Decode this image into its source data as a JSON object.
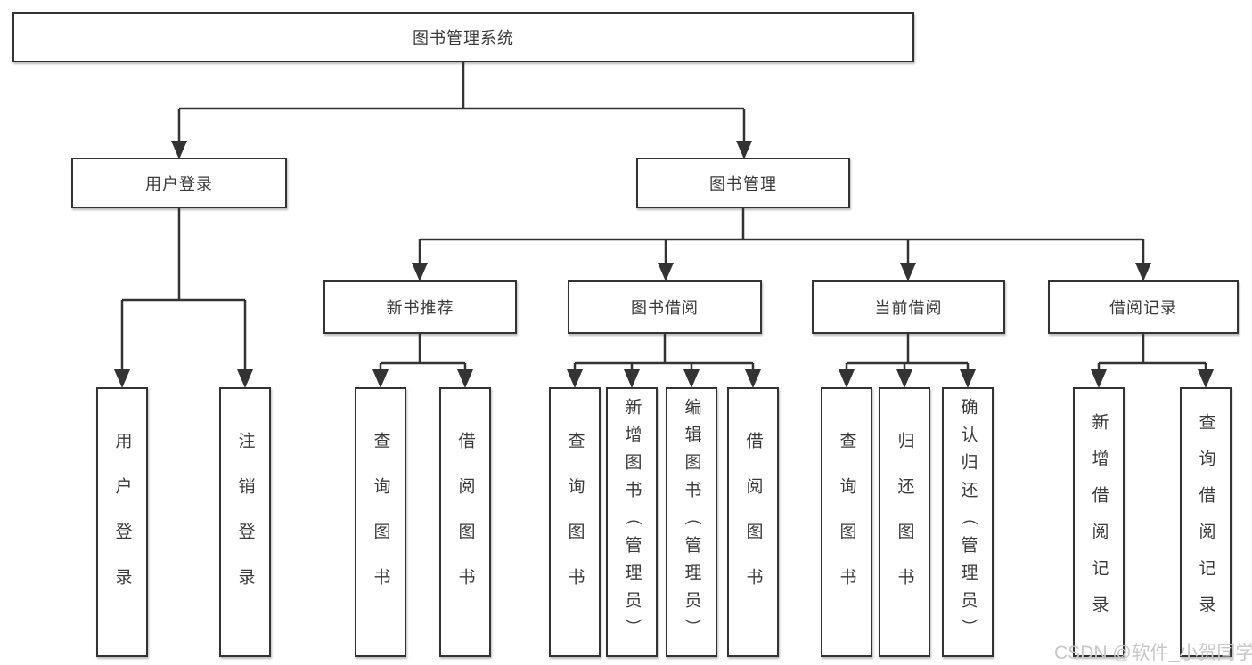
{
  "diagram": {
    "root": {
      "label": "图书管理系统"
    },
    "level2": {
      "user_login": {
        "label": "用户登录"
      },
      "book_mgmt": {
        "label": "图书管理"
      }
    },
    "level3": {
      "new_book_rec": {
        "label": "新书推荐"
      },
      "book_borrow": {
        "label": "图书借阅"
      },
      "current_borrow": {
        "label": "当前借阅"
      },
      "borrow_record": {
        "label": "借阅记录"
      }
    },
    "leaves": {
      "user_login": [
        "用户登录",
        "注销登录"
      ],
      "new_book_rec": [
        "查询图书",
        "借阅图书"
      ],
      "book_borrow": [
        "查询图书",
        "新增图书（管理员）",
        "编辑图书（管理员）",
        "借阅图书"
      ],
      "current_borrow": [
        "查询图书",
        "归还图书",
        "确认归还（管理员）"
      ],
      "borrow_record": [
        "新增借阅记录",
        "查询借阅记录"
      ]
    }
  },
  "watermark": {
    "text": "CSDN @软件_小贺同学"
  },
  "colors": {
    "line": "#333333",
    "box_border": "#333333",
    "text": "#3a3a3a",
    "background": "#ffffff",
    "watermark": "#c7c7c7"
  }
}
